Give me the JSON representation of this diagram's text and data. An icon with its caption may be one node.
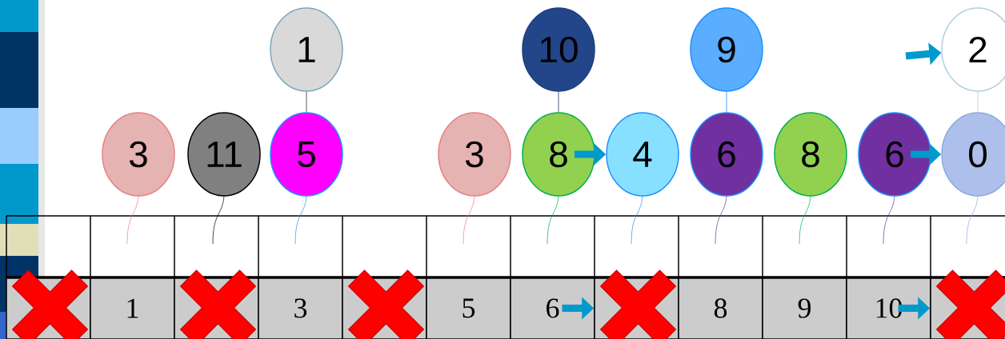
{
  "diagram": {
    "nodes": [
      {
        "text": [
          "1"
        ]
      },
      {
        "text": [
          "10"
        ]
      },
      {
        "text": [
          "9"
        ]
      },
      {
        "text": [
          "2"
        ]
      },
      {
        "text": [
          "3"
        ]
      },
      {
        "text": [
          "11"
        ]
      },
      {
        "text": [
          "5"
        ]
      },
      {
        "text": [
          "3"
        ]
      },
      {
        "text": [
          "8"
        ]
      },
      {
        "text": [
          "4"
        ]
      },
      {
        "text": [
          "6"
        ]
      },
      {
        "text": [
          "8"
        ]
      },
      {
        "text": [
          "6"
        ]
      },
      {
        "text": [
          "0"
        ]
      },
      {
        "text": [],
        "shape": "box"
      },
      {
        "text": [
          "1"
        ]
      },
      {
        "text": [],
        "shape": "box"
      },
      {
        "text": [
          "3"
        ]
      },
      {
        "text": [],
        "shape": "box"
      },
      {
        "text": [
          "5"
        ]
      },
      {
        "text": [
          "6"
        ]
      },
      {
        "text": [],
        "shape": "box"
      },
      {
        "text": [
          "8"
        ]
      },
      {
        "text": [
          "9"
        ]
      },
      {
        "text": [
          "10"
        ]
      },
      {
        "text": [],
        "shape": "box"
      }
    ],
    "edges": [
      {
        "from": 0,
        "to": 6,
        "arrow": "none",
        "color": "#333333"
      },
      {
        "from": 1,
        "to": 8,
        "arrow": "none",
        "color": "#1f3864"
      },
      {
        "from": 2,
        "to": 10,
        "arrow": "none",
        "color": "#1e90ff"
      },
      {
        "from": 3,
        "to": 13,
        "arrow": "none",
        "color": "#b0cfdc"
      },
      {
        "from": 8,
        "to": 9,
        "arrow": "to",
        "color": "#0099cc"
      },
      {
        "from": 12,
        "to": 13,
        "arrow": "to",
        "color": "#0099cc"
      },
      {
        "from": null,
        "to": 3,
        "arrow": "to",
        "color": "#0099cc"
      },
      {
        "from": 20,
        "to": 21,
        "arrow": "to",
        "color": "#0099cc"
      },
      {
        "from": 24,
        "to": 25,
        "arrow": "to",
        "color": "#0099cc"
      }
    ]
  }
}
